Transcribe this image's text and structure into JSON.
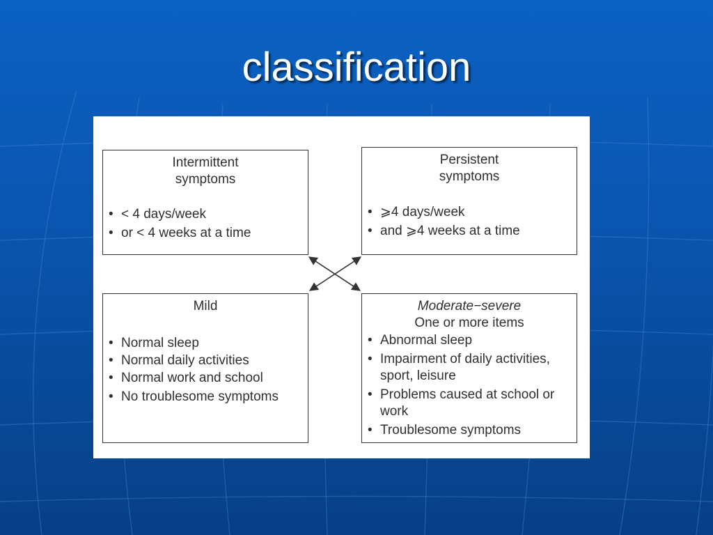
{
  "slide": {
    "title": "classification"
  },
  "diagram": {
    "boxes": {
      "intermittent": {
        "title_lines": [
          "Intermittent",
          "symptoms"
        ],
        "items": [
          "< 4 days/week",
          "or < 4 weeks at a time"
        ]
      },
      "persistent": {
        "title_lines": [
          "Persistent",
          "symptoms"
        ],
        "items": [
          "⩾4 days/week",
          "and ⩾4 weeks at a time"
        ]
      },
      "mild": {
        "title_lines": [
          "Mild"
        ],
        "items": [
          "Normal sleep",
          "Normal daily activities",
          "Normal work and school",
          "No troublesome symptoms"
        ]
      },
      "moderate_severe": {
        "title_lines": [
          "Moderate−severe",
          "One or more items"
        ],
        "items": [
          "Abnormal sleep",
          "Impairment of daily activities, sport, leisure",
          "Problems caused at school or work",
          "Troublesome symptoms"
        ]
      }
    },
    "connectors": "two crossed double-headed arrows linking the four boxes diagonally"
  },
  "colors": {
    "background_top": "#0b62c4",
    "background_bottom": "#073f86",
    "title_text": "#ffffff",
    "figure_bg": "#ffffff",
    "box_border": "#333333",
    "box_text": "#2f2f2f"
  }
}
